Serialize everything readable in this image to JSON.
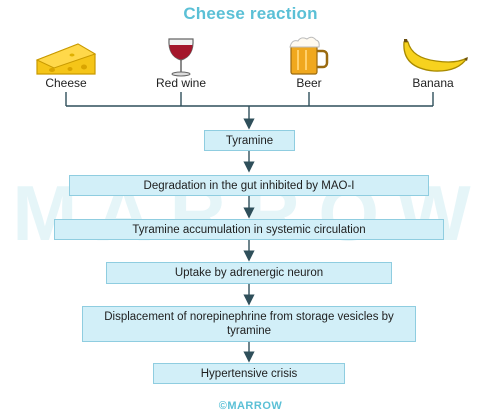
{
  "title": "Cheese reaction",
  "watermark": "MARROW",
  "foods": [
    {
      "label": "Cheese",
      "icon": "cheese-icon"
    },
    {
      "label": "Red wine",
      "icon": "wine-glass-icon"
    },
    {
      "label": "Beer",
      "icon": "beer-mug-icon"
    },
    {
      "label": "Banana",
      "icon": "banana-icon"
    }
  ],
  "steps": [
    "Tyramine",
    "Degradation in the gut inhibited by MAO-I",
    "Tyramine accumulation in systemic circulation",
    "Uptake by adrenergic neuron",
    "Displacement of norepinephrine from storage vesicles by tyramine",
    "Hypertensive crisis"
  ],
  "footer": "©MARROW",
  "colors": {
    "accent": "#5bc0d6",
    "box_fill": "#d2eff8",
    "box_border": "#8fcde0",
    "arrow": "#2f4f5a"
  }
}
